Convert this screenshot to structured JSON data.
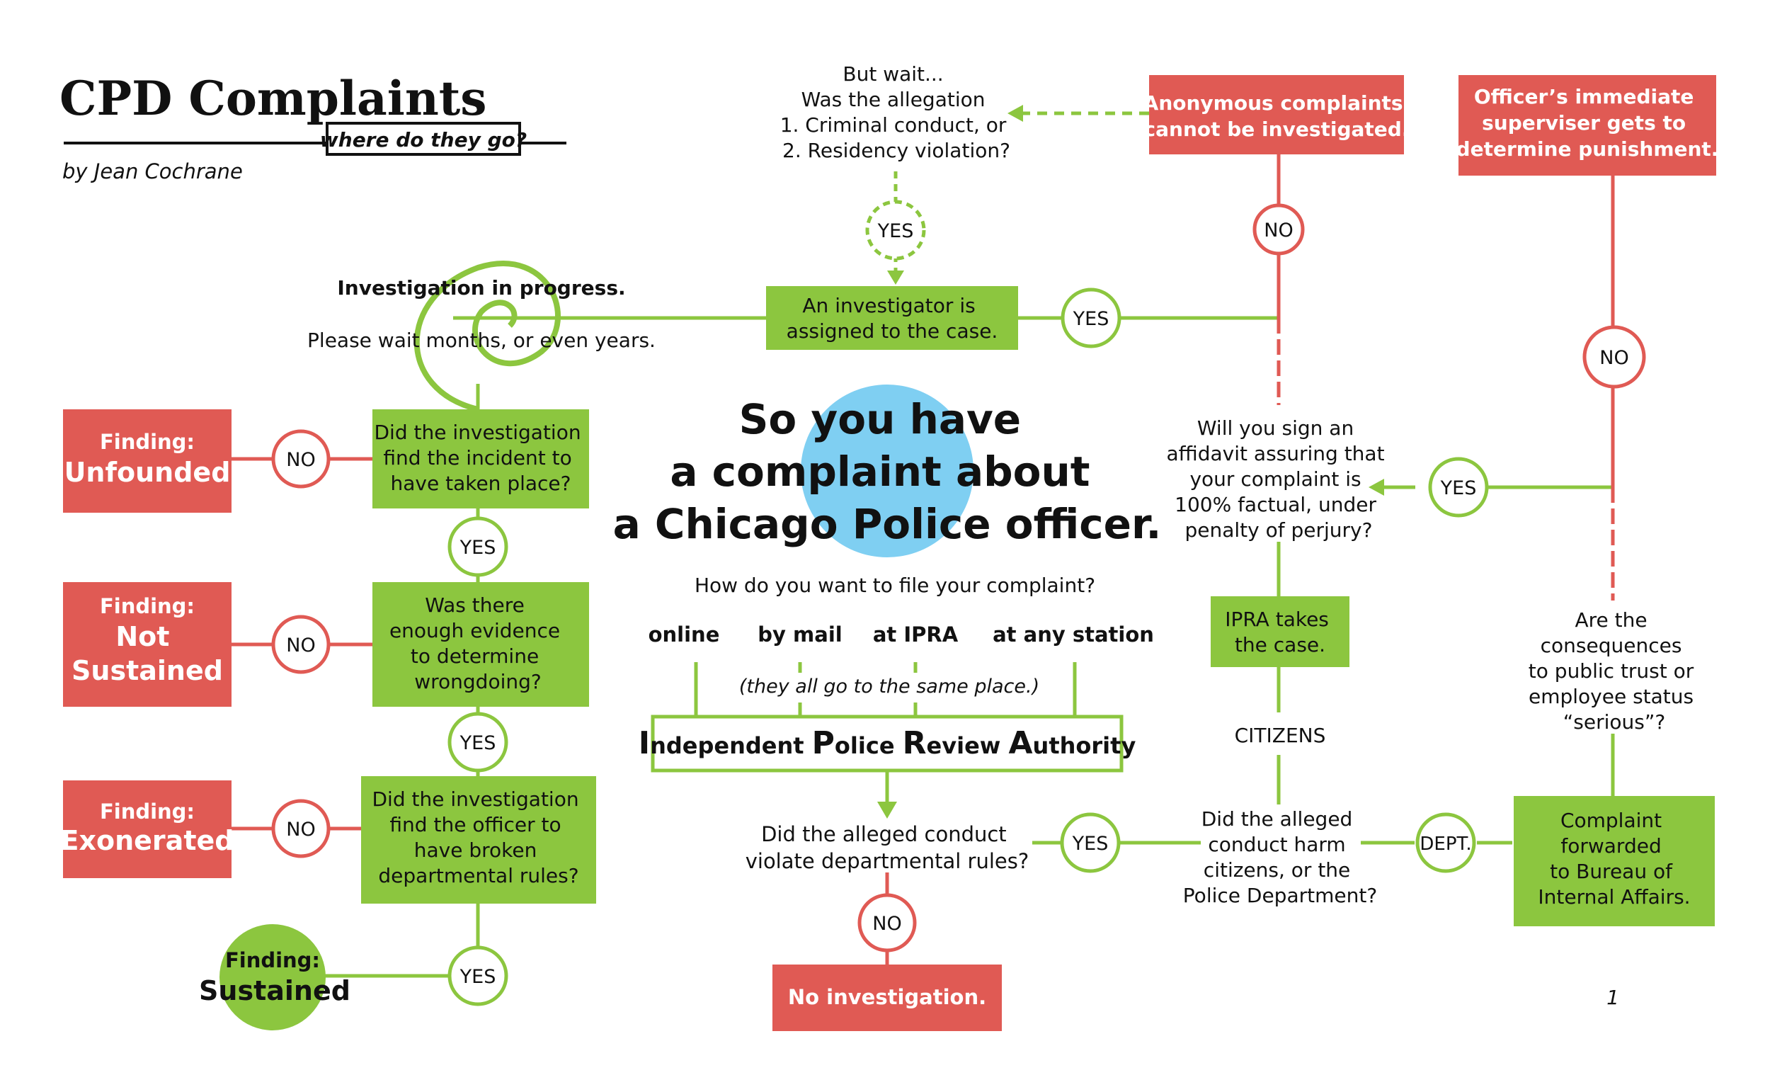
{
  "header": {
    "title": "CPD Complaints",
    "subtitle": "where do they go?",
    "byline": "by Jean Cochrane"
  },
  "center": {
    "headline": [
      "So you have",
      "a complaint about",
      "a Chicago Police officer."
    ],
    "question": "How do you want to file your complaint?",
    "methods": [
      "online",
      "by mail",
      "at IPRA",
      "at any station"
    ],
    "methods_note": "(they all go to the same place.)",
    "ipra_parts": [
      {
        "cap": "I",
        "rest": "ndependent "
      },
      {
        "cap": "P",
        "rest": "olice "
      },
      {
        "cap": "R",
        "rest": "eview "
      },
      {
        "cap": "A",
        "rest": "uthority"
      }
    ]
  },
  "nodes": {
    "violate_q": [
      "Did the alleged conduct",
      "violate departmental rules?"
    ],
    "no_investigation": "No investigation.",
    "harm_q": [
      "Did the alleged",
      "conduct harm",
      "citizens, or the",
      "Police Department?"
    ],
    "ipra_takes": [
      "IPRA takes",
      "the case."
    ],
    "affidavit_q": [
      "Will you sign an",
      "affidavit assuring that",
      "your complaint is",
      "100% factual, under",
      "penalty of perjury?"
    ],
    "anonymous": [
      "Anonymous complaints",
      "cannot be investigated."
    ],
    "but_wait": [
      "But wait...",
      "Was the allegation",
      "1. Criminal conduct, or",
      "2. Residency violation?"
    ],
    "investigator": [
      "An investigator is",
      "assigned to the case."
    ],
    "in_progress_title": "Investigation in progress.",
    "in_progress_note": "Please wait months, or even years.",
    "q_incident": [
      "Did the investigation",
      "find the incident to",
      "have taken place?"
    ],
    "q_evidence": [
      "Was there",
      "enough evidence",
      "to determine",
      "wrongdoing?"
    ],
    "q_broken": [
      "Did the investigation",
      "find the officer to",
      "have broken",
      "departmental rules?"
    ],
    "finding_label": "Finding:",
    "unfounded": [
      "Unfounded"
    ],
    "not_sustained": [
      "Not",
      "Sustained"
    ],
    "exonerated": [
      "Exonerated"
    ],
    "sustained": "Sustained",
    "supervisor": [
      "Officer’s immediate",
      "superviser gets to",
      "determine punishment."
    ],
    "serious_q": [
      "Are the",
      "consequences",
      "to public trust or",
      "employee status",
      "“serious”?"
    ],
    "internal_affairs": [
      "Complaint",
      "forwarded",
      "to Bureau of",
      "Internal Affairs."
    ]
  },
  "labels": {
    "yes": "YES",
    "no": "NO",
    "citizens": "CITIZENS",
    "dept": "DEPT."
  },
  "page_number": "1",
  "colors": {
    "green": "#8cc63f",
    "red": "#e05a54",
    "blue": "#7fcff2",
    "text": "#111111"
  }
}
